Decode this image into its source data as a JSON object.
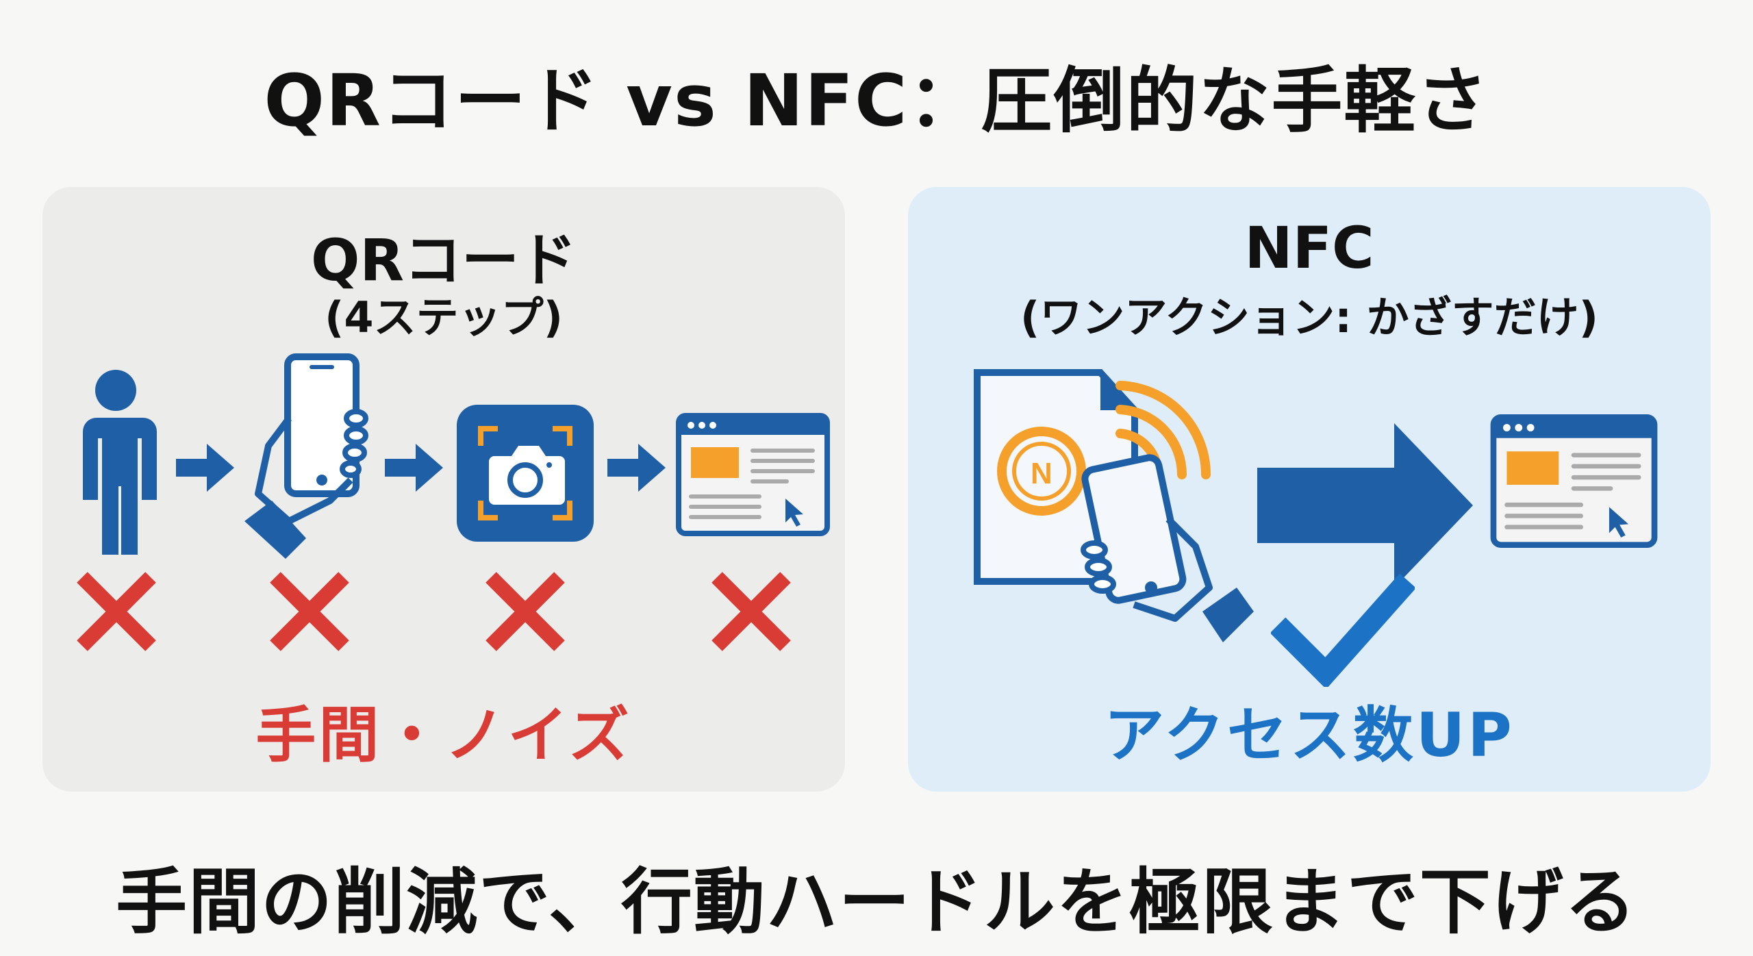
{
  "title": "QRコード vs NFC：圧倒的な手軽さ",
  "colors": {
    "blue": "#1f5fa6",
    "orange": "#f5a02a",
    "red": "#d93b35",
    "check_blue": "#1c72c4",
    "left_panel": "#ececeb",
    "right_panel": "#deedf8"
  },
  "left_panel": {
    "heading": "QRコード",
    "subheading": "(4ステップ)",
    "steps": [
      {
        "icon": "person-icon",
        "status": "cross-icon"
      },
      {
        "icon": "hand-phone-icon",
        "status": "cross-icon"
      },
      {
        "icon": "camera-scan-icon",
        "status": "cross-icon"
      },
      {
        "icon": "browser-window-icon",
        "status": "cross-icon"
      }
    ],
    "footer": "手間・ノイズ"
  },
  "right_panel": {
    "heading": "NFC",
    "subheading": "(ワンアクション: かざすだけ)",
    "icons": [
      "nfc-tag-card-icon",
      "hand-phone-icon",
      "arrow-right-icon",
      "browser-window-icon",
      "checkmark-icon"
    ],
    "footer": "アクセス数UP"
  },
  "tagline": "手間の削減で、行動ハードルを極限まで下げる"
}
